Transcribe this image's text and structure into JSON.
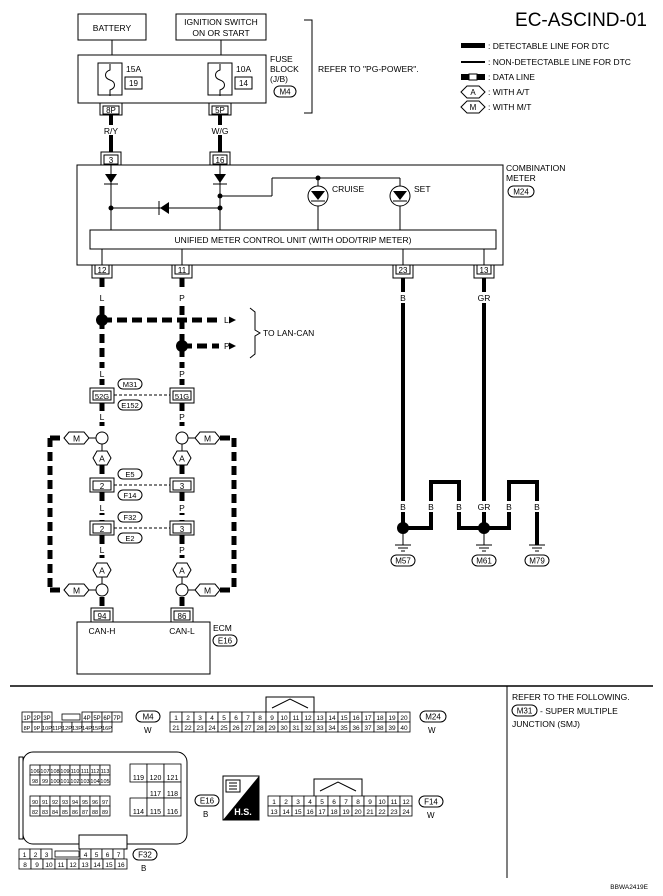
{
  "header": {
    "title": "EC-ASCIND-01"
  },
  "legend": {
    "detectable": ": DETECTABLE LINE FOR DTC",
    "non_detectable": ": NON-DETECTABLE LINE FOR DTC",
    "data_line": ": DATA LINE",
    "at_symbol": "A",
    "at_text": ": WITH A/T",
    "mt_symbol": "M",
    "mt_text": ": WITH M/T"
  },
  "power": {
    "battery": "BATTERY",
    "ignition_line1": "IGNITION SWITCH",
    "ignition_line2": "ON OR START",
    "fuse_block_line1": "FUSE",
    "fuse_block_line2": "BLOCK",
    "fuse_block_line3": "(J/B)",
    "fuse_block_conn": "M4",
    "refer": "REFER TO \"PG-POWER\".",
    "fuse1_amp": "15A",
    "fuse1_num": "19",
    "fuse2_amp": "10A",
    "fuse2_num": "14",
    "term1": "8P",
    "term2": "5P",
    "wire1": "R/Y",
    "wire2": "W/G"
  },
  "meter": {
    "label_line1": "COMBINATION",
    "label_line2": "METER",
    "conn": "M24",
    "pin_in1": "3",
    "pin_in2": "16",
    "cruise": "CRUISE",
    "set": "SET",
    "unit": "UNIFIED METER CONTROL UNIT (WITH ODO/TRIP METER)",
    "pin_out1": "12",
    "pin_out2": "11",
    "pin_out3": "23",
    "pin_out4": "13"
  },
  "can": {
    "wire_l": "L",
    "wire_p": "P",
    "wire_b": "B",
    "wire_gr": "GR",
    "to_lan_l": "L",
    "to_lan_p": "P",
    "to_lan": "TO LAN-CAN",
    "smj_conn1": "M31",
    "smj_conn2": "E152",
    "smj_pin1": "52G",
    "smj_pin2": "51G",
    "mt": "M",
    "at": "A",
    "j1_conn1": "E5",
    "j1_conn2": "F14",
    "j1_pin1": "2",
    "j1_pin2": "3",
    "j2_conn1": "F32",
    "j2_conn2": "E2",
    "j2_pin1": "2",
    "j2_pin2": "3",
    "ecm_pin1": "94",
    "ecm_pin2": "86",
    "ecm_sig1": "CAN-H",
    "ecm_sig2": "CAN-L",
    "ecm_label": "ECM",
    "ecm_conn": "E16"
  },
  "grounds": {
    "g1": "M57",
    "g2": "M61",
    "g3": "M79"
  },
  "connectors": {
    "m4": {
      "id": "M4",
      "color": "W",
      "row1": [
        "1P",
        "2P",
        "3P",
        "4P",
        "5P",
        "6P",
        "7P"
      ],
      "row2": [
        "8P",
        "9P",
        "10P",
        "11P",
        "12P",
        "13P",
        "14P",
        "15P",
        "16P"
      ]
    },
    "m24": {
      "id": "M24",
      "color": "W",
      "row1": [
        "1",
        "2",
        "3",
        "4",
        "5",
        "6",
        "7",
        "8",
        "9",
        "10",
        "11",
        "12",
        "13",
        "14",
        "15",
        "16",
        "17",
        "18",
        "19",
        "20"
      ],
      "row2": [
        "21",
        "22",
        "23",
        "24",
        "25",
        "26",
        "27",
        "28",
        "29",
        "30",
        "31",
        "32",
        "33",
        "34",
        "35",
        "36",
        "37",
        "38",
        "39",
        "40"
      ]
    },
    "e16": {
      "id": "E16",
      "color": "B",
      "rows": [
        [
          "106",
          "107",
          "108",
          "109",
          "110",
          "111",
          "112",
          "113"
        ],
        [
          "98",
          "99",
          "100",
          "101",
          "102",
          "103",
          "104",
          "105"
        ],
        [
          "90",
          "91",
          "92",
          "93",
          "94",
          "95",
          "96",
          "97"
        ],
        [
          "82",
          "83",
          "84",
          "85",
          "86",
          "87",
          "88",
          "89"
        ]
      ],
      "grid_top": [
        "119",
        "120",
        "121"
      ],
      "grid_mid": [
        "117",
        "118"
      ],
      "grid_bot": [
        "114",
        "115",
        "116"
      ]
    },
    "hs": "H.S.",
    "f14": {
      "id": "F14",
      "color": "W",
      "row1": [
        "1",
        "2",
        "3",
        "4",
        "5",
        "6",
        "7",
        "8",
        "9",
        "10",
        "11",
        "12"
      ],
      "row2": [
        "13",
        "14",
        "15",
        "16",
        "17",
        "18",
        "19",
        "20",
        "21",
        "22",
        "23",
        "24"
      ]
    },
    "f32": {
      "id": "F32",
      "color": "B",
      "row1": [
        "1",
        "2",
        "3",
        "4",
        "5",
        "6",
        "7"
      ],
      "row2": [
        "8",
        "9",
        "10",
        "11",
        "12",
        "13",
        "14",
        "15",
        "16"
      ]
    }
  },
  "refer_box": {
    "line1": "REFER TO THE FOLLOWING.",
    "conn": "M31",
    "line2": "- SUPER MULTIPLE",
    "line3": "JUNCTION (SMJ)"
  },
  "footer": {
    "code": "BBWA2419E"
  }
}
